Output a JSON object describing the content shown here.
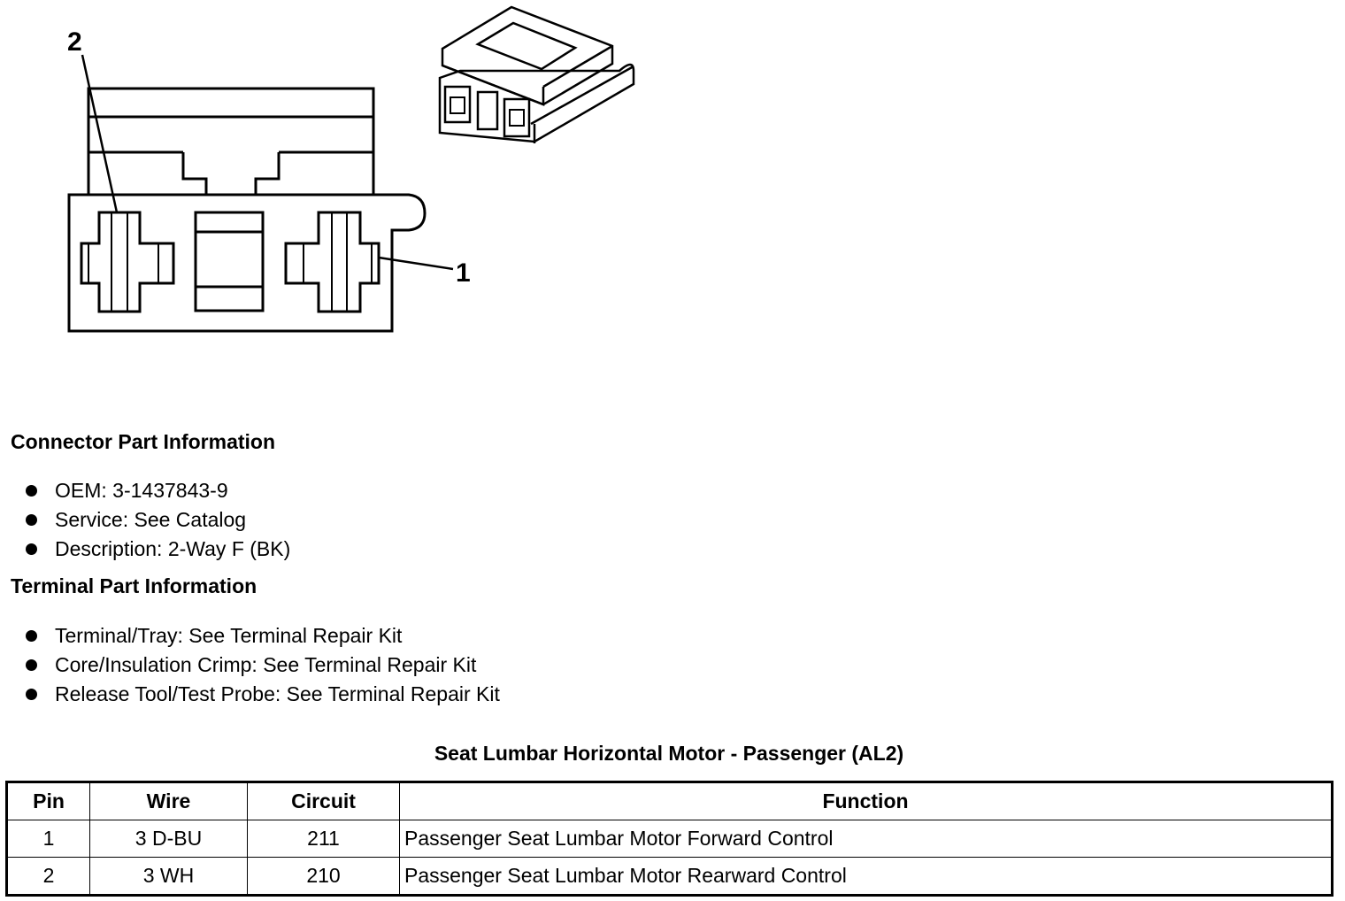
{
  "diagram": {
    "callouts": [
      "2",
      "1"
    ],
    "icons": [
      "connector-face-view-drawing",
      "connector-isometric-view-drawing"
    ]
  },
  "connector_part": {
    "heading": "Connector Part Information",
    "items": [
      "OEM: 3-1437843-9",
      "Service: See Catalog",
      "Description: 2-Way F (BK)"
    ]
  },
  "terminal_part": {
    "heading": "Terminal Part Information",
    "items": [
      "Terminal/Tray: See Terminal Repair Kit",
      "Core/Insulation Crimp: See Terminal Repair Kit",
      "Release Tool/Test Probe: See Terminal Repair Kit"
    ]
  },
  "pin_table": {
    "title": "Seat Lumbar Horizontal Motor - Passenger (AL2)",
    "headers": [
      "Pin",
      "Wire",
      "Circuit",
      "Function"
    ],
    "rows": [
      [
        "1",
        "3 D-BU",
        "211",
        "Passenger Seat Lumbar Motor Forward Control"
      ],
      [
        "2",
        "3 WH",
        "210",
        "Passenger Seat Lumbar Motor Rearward Control"
      ]
    ]
  }
}
